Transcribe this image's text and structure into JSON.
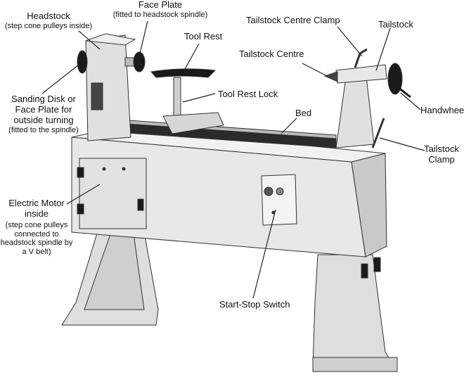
{
  "labels": {
    "headstock": {
      "title": "Headstock",
      "note": "(step cone pulleys inside)"
    },
    "face_plate": {
      "title": "Face Plate",
      "note": "(fitted to headstock spindle)"
    },
    "tool_rest": {
      "title": "Tool Rest"
    },
    "tailstock_centre_clamp": {
      "title": "Tailstock Centre Clamp"
    },
    "tailstock": {
      "title": "Tailstock"
    },
    "tailstock_centre": {
      "title": "Tailstock Centre"
    },
    "tool_rest_lock": {
      "title": "Tool Rest Lock"
    },
    "sanding_disk": {
      "line1": "Sanding Disk or",
      "line2": "Face Plate for",
      "line3": "outside turning",
      "note": "(fitted to the spindle)"
    },
    "handwheel": {
      "title": "Handwheel"
    },
    "bed": {
      "title": "Bed"
    },
    "tailstock_clamp": {
      "line1": "Tailstock",
      "line2": "Clamp"
    },
    "electric_motor": {
      "line1": "Electric Motor",
      "line2": "inside",
      "note1": "(step cone pulleys",
      "note2": "connected to",
      "note3": "headstock spindle by",
      "note4": "a V belt)"
    },
    "start_stop_switch": {
      "title": "Start-Stop Switch"
    }
  },
  "colors": {
    "machine_light": "#e6e6e6",
    "machine_mid": "#c4c4c4",
    "machine_dark": "#7a7a7a",
    "metal_black": "#1a1a1a",
    "leader": "#222222",
    "ink": "#111111"
  }
}
